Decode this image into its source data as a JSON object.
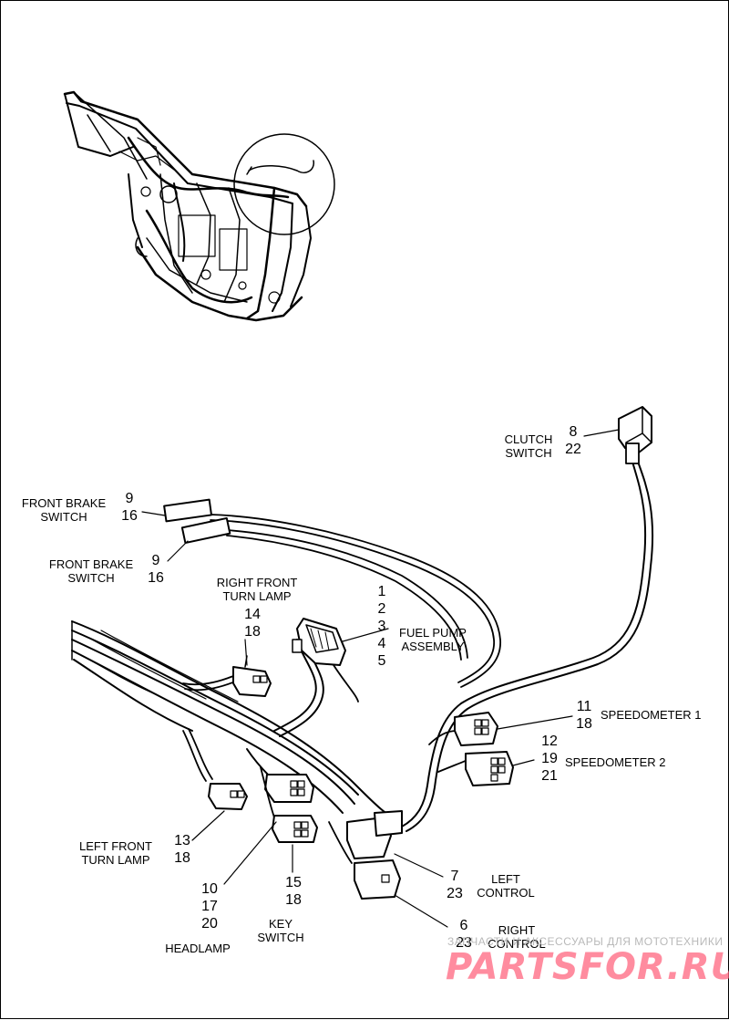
{
  "callouts": {
    "clutch": {
      "label": [
        "CLUTCH",
        "SWITCH"
      ],
      "nums": [
        "8",
        "22"
      ]
    },
    "front_brake_1": {
      "label": [
        "FRONT BRAKE",
        "SWITCH"
      ],
      "nums": [
        "9",
        "16"
      ]
    },
    "front_brake_2": {
      "label": [
        "FRONT BRAKE",
        "SWITCH"
      ],
      "nums": [
        "9",
        "16"
      ]
    },
    "right_front_turn": {
      "label": [
        "RIGHT FRONT",
        "TURN LAMP"
      ],
      "nums": [
        "14",
        "18"
      ]
    },
    "fuel_pump": {
      "label": [
        "FUEL PUMP",
        "ASSEMBLY"
      ],
      "nums": [
        "1",
        "2",
        "3",
        "4",
        "5"
      ]
    },
    "speedometer_1": {
      "label": "SPEEDOMETER 1",
      "nums": [
        "11",
        "18"
      ]
    },
    "speedometer_2": {
      "label": "SPEEDOMETER 2",
      "nums": [
        "12",
        "19",
        "21"
      ]
    },
    "left_front_turn": {
      "label": [
        "LEFT FRONT",
        "TURN LAMP"
      ],
      "nums": [
        "13",
        "18"
      ]
    },
    "headlamp": {
      "label": "HEADLAMP",
      "nums": [
        "10",
        "17",
        "20"
      ]
    },
    "key_switch": {
      "label": [
        "KEY",
        "SWITCH"
      ],
      "nums": [
        "15",
        "18"
      ]
    },
    "left_control": {
      "label": [
        "LEFT",
        "CONTROL"
      ],
      "nums": [
        "7",
        "23"
      ]
    },
    "right_control": {
      "label": [
        "RIGHT",
        "CONTROL"
      ],
      "nums": [
        "6",
        "23"
      ]
    }
  },
  "watermark": {
    "tagline": "ЗАПЧАСТИ И АКСЕССУАРЫ ДЛЯ МОТОТЕХНИКИ",
    "logo": "PARTSFOR.RU"
  }
}
